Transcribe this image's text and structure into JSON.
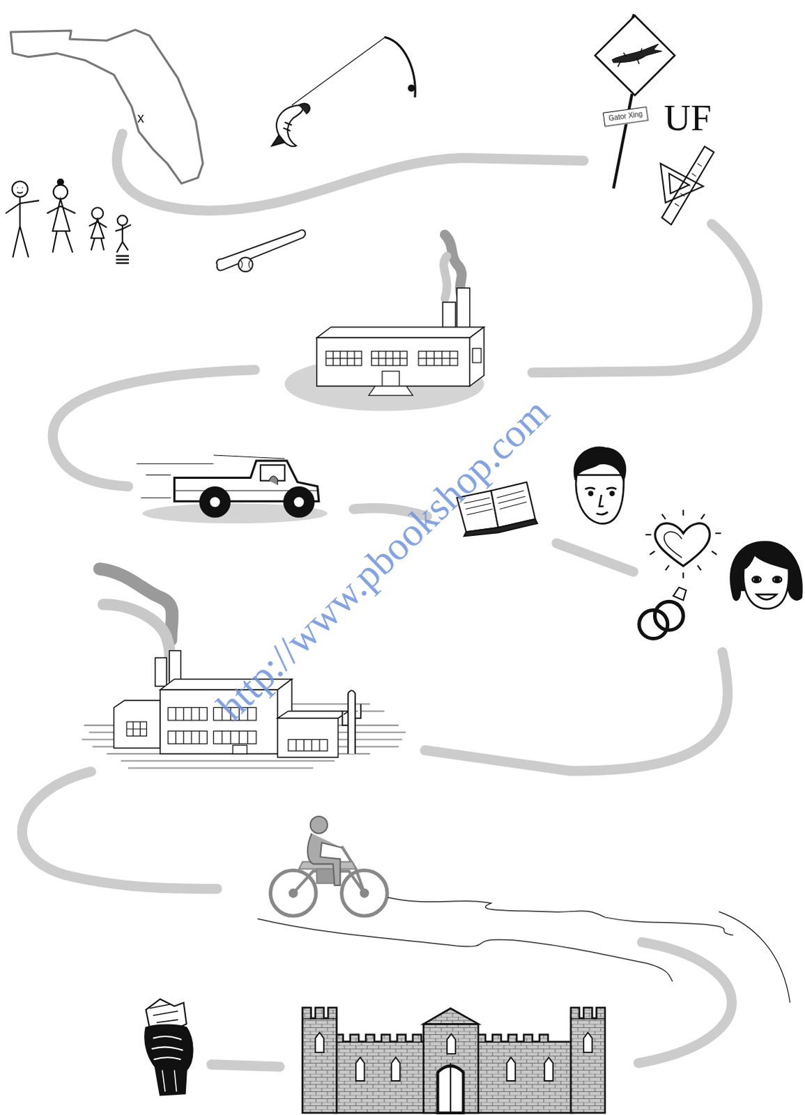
{
  "diagram": {
    "nodes": [
      {
        "text": [
          "x"
        ]
      },
      {
        "text": [
          "Gator Xing"
        ]
      }
    ],
    "labels": [
      "UF",
      "http://www.pbookshop.com"
    ]
  }
}
